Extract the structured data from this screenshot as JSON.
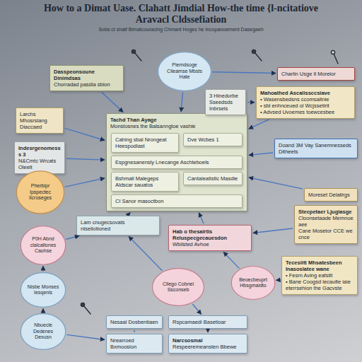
{
  "diagram": {
    "title": "How to a Dimat Uase. Clahatt Jimdial How-the time {l-ncitatiove Aravacl Cldssefiation",
    "nodes": [
      {
        "text": [
          "Dasspeonsoune Dinimdsas",
          "Chorradad pasdia sbion"
        ]
      },
      {
        "text": [
          "Pierndsoge Clieamse Mbsts Hate"
        ]
      },
      {
        "text": [
          "Charlin Usge Il Morelor"
        ]
      },
      {
        "text": [
          "Larchs Mhosrsiang Diaccaed"
        ]
      },
      {
        "text": [
          "Indesrgenomesss 3",
          "N&Cmtc Wrcats Oleelt"
        ]
      },
      {
        "text": [
          "Tachd Than Ayage",
          "Monstosnes the Balsanngtoe vashle"
        ]
      },
      {
        "text": [
          "Cahing sbal Nrongeat Heespodlast"
        ],
        "in": 5
      },
      {
        "text": [
          "Dve Wcbes 1"
        ],
        "in": 5
      },
      {
        "text": [
          "Espgnesanensly Lnecange Aschteboels"
        ],
        "in": 5
      },
      {
        "text": [
          "Bshmall Malegeps Aldscar sauatos"
        ],
        "in": 5
      },
      {
        "text": [
          "Cantaleatistic Masdie"
        ],
        "in": 5
      },
      {
        "text": [
          "CI Sanor masoctbon"
        ],
        "in": 5
      },
      {
        "text": [
          "3 Hinedurbe Sseedsds Inbrseis"
        ]
      },
      {
        "text": [
          "Mahoathed Ascalissccsiave",
          "• Wasensbedsns ccomsaitnie",
          "• sbl enhnceued ol Wcjssetirit",
          "• Advsed Uvoemes toewcesbee"
        ]
      },
      {
        "text": [
          "Doand 3M Vay Sanemnesseds Ditheets"
        ]
      },
      {
        "text": [
          "Pherbipr Ipspectec Ilcroseges"
        ]
      },
      {
        "text": [
          "Lam cnugecsovats ntseliotioned"
        ]
      },
      {
        "text": [
          "Moreset Delatirgs"
        ]
      },
      {
        "text": [
          "Stecpetaer Ljugiasge",
          "Cloonsetaade Memnoe aee",
          "Cane Mosetor CCE we cnce"
        ]
      },
      {
        "text": [
          "Hab o thesalrtis Reluspecgecauesdon",
          "Wbilsted Avhoe"
        ]
      },
      {
        "text": [
          "P0H Abnd clalcaltones Caohse"
        ]
      },
      {
        "text": [
          "Nisbe Monses Iesqenls"
        ]
      },
      {
        "text": [
          "Beoecbeuprt Hbsgmaidto"
        ]
      },
      {
        "text": [
          "Tecesiitt Mhsatesbeen Inasoslatee wane",
          "• Fesrn Aving eafsitt",
          "• Bane Coogsd lecaulte iaie eterrsehion the Gacvste"
        ]
      },
      {
        "text": [
          "Cllego Cobnel Ssconseb"
        ]
      },
      {
        "text": [
          "Nbuecle Dedenes Dexusn"
        ]
      },
      {
        "text": [
          "Nesaal Dosbentiaen"
        ]
      },
      {
        "text": [
          "Rspcamaedi Basetioar"
        ]
      },
      {
        "text": [
          "Nrearroed Bxmoosion"
        ]
      },
      {
        "text": [
          "Narcsosmal",
          "Respeeremeansten Bbewe"
        ]
      }
    ],
    "edges": [
      {
        "from": 0,
        "to": 5,
        "arrow": "to"
      },
      {
        "from": 1,
        "to": 5,
        "arrow": "to"
      },
      {
        "from": 1,
        "to": 2,
        "arrow": "to"
      },
      {
        "from": 3,
        "to": 5,
        "arrow": "to"
      },
      {
        "from": 4,
        "to": 5,
        "arrow": "to"
      },
      {
        "from": 15,
        "to": 5,
        "arrow": "to"
      },
      {
        "from": 12,
        "to": 13,
        "arrow": "to"
      },
      {
        "from": 13,
        "to": 5,
        "arrow": "to"
      },
      {
        "from": 14,
        "to": 5,
        "arrow": "to"
      },
      {
        "from": 17,
        "to": 5,
        "arrow": "to"
      },
      {
        "from": 18,
        "to": 19,
        "arrow": "to"
      },
      {
        "from": 16,
        "to": 5,
        "arrow": "to"
      },
      {
        "from": 19,
        "to": 5,
        "arrow": "to"
      },
      {
        "from": 20,
        "to": 16,
        "arrow": "to"
      },
      {
        "from": 21,
        "to": 20,
        "arrow": "to"
      },
      {
        "from": 25,
        "to": 21,
        "arrow": "to"
      },
      {
        "from": 22,
        "to": 19,
        "arrow": "to"
      },
      {
        "from": 23,
        "to": 22,
        "arrow": "to"
      },
      {
        "from": 24,
        "to": 16,
        "arrow": "to"
      },
      {
        "from": 24,
        "to": 27,
        "arrow": "to"
      },
      {
        "from": 26,
        "to": 28,
        "arrow": "none"
      },
      {
        "from": 27,
        "to": 29,
        "arrow": "to"
      },
      {
        "from": 25,
        "to": 28,
        "arrow": "to"
      }
    ],
    "labels": [
      "Sobs ct shatf Bimatcouracing Chmant Hoges he Incopanoement Dasegaeh"
    ]
  }
}
